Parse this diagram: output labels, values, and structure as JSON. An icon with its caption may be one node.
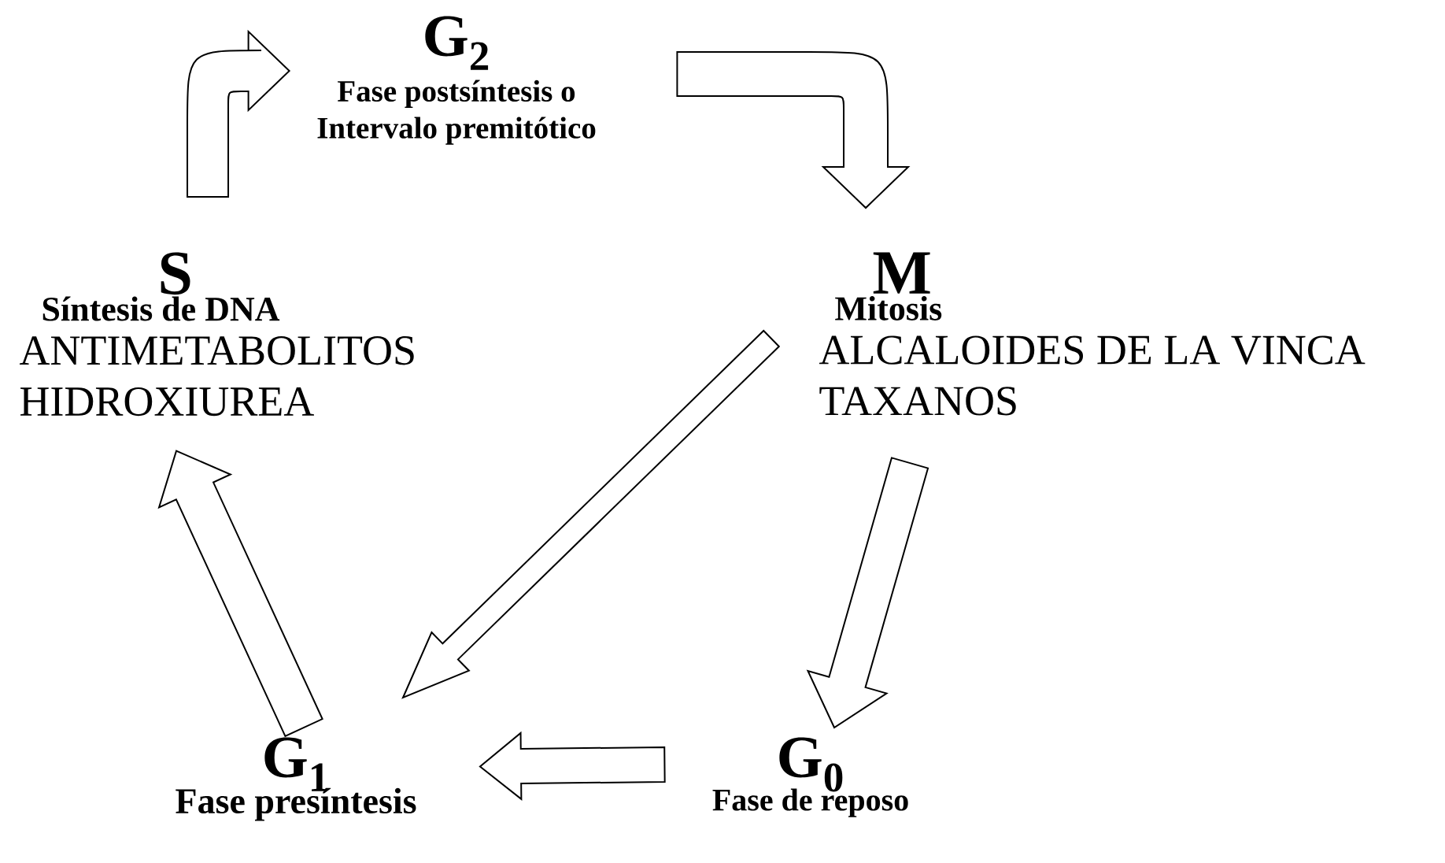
{
  "diagram": {
    "nodes": [
      {
        "text": [
          "G$_{2}$",
          "Fase postsíntesis o Intervalo premitótico"
        ]
      },
      {
        "text": [
          "M",
          "Mitosis",
          "ALCALOIDES DE LA VINCA TAXANOS"
        ]
      },
      {
        "text": [
          "S",
          "Síntesis de DNA",
          "ANTIMETABOLITOS HIDROXIUREA"
        ]
      },
      {
        "text": [
          "G$_{1}$",
          "Fase presíntesis"
        ]
      },
      {
        "text": [
          "G$_{0}$",
          "Fase de reposo"
        ]
      }
    ],
    "edges": [
      {
        "from": 2,
        "to": 0,
        "arrow": "to"
      },
      {
        "from": 0,
        "to": 1,
        "arrow": "to"
      },
      {
        "from": 1,
        "to": 3,
        "arrow": "to"
      },
      {
        "from": 1,
        "to": 4,
        "arrow": "to"
      },
      {
        "from": 4,
        "to": 3,
        "arrow": "to"
      },
      {
        "from": 3,
        "to": 2,
        "arrow": "to"
      }
    ]
  }
}
